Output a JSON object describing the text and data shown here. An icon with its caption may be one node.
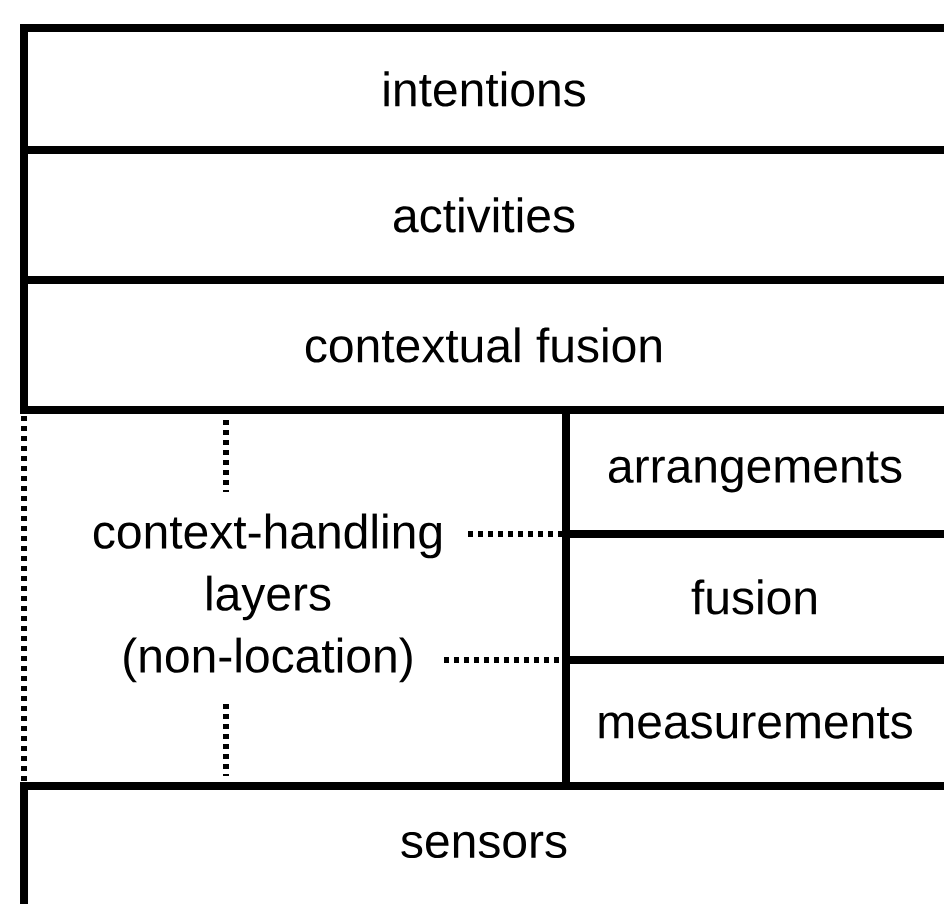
{
  "diagram": {
    "nodes": [
      {
        "text": [
          "intentions"
        ]
      },
      {
        "text": [
          "activities"
        ]
      },
      {
        "text": [
          "contextual fusion"
        ]
      },
      {
        "text": [
          "context-handling layers (non-location)"
        ]
      },
      {
        "text": [
          "arrangements"
        ]
      },
      {
        "text": [
          "fusion"
        ]
      },
      {
        "text": [
          "measurements"
        ]
      },
      {
        "text": [
          "sensors"
        ]
      }
    ]
  }
}
